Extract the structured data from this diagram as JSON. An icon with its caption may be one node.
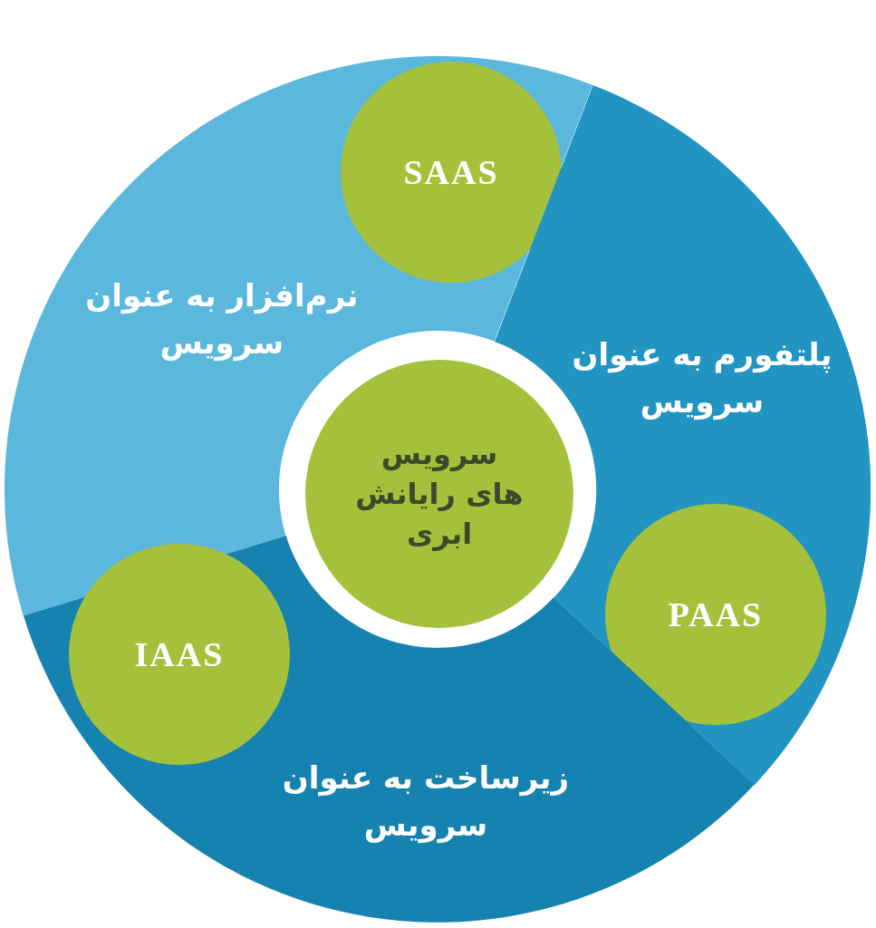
{
  "diagram": {
    "nodes": [
      {
        "text": [
          "نرم‌افزار به عنوان سرویس"
        ]
      },
      {
        "text": [
          "SAAS"
        ],
        "in": 0
      },
      {
        "text": [
          "پلتفورم به عنوان سرویس"
        ]
      },
      {
        "text": [
          "PAAS"
        ],
        "in": 2
      },
      {
        "text": [
          "زیرساخت به عنوان سرویس"
        ]
      },
      {
        "text": [
          "IAAS"
        ],
        "in": 4
      },
      {
        "text": [
          "سرویس های رایانش ابری"
        ]
      }
    ],
    "edges": []
  }
}
